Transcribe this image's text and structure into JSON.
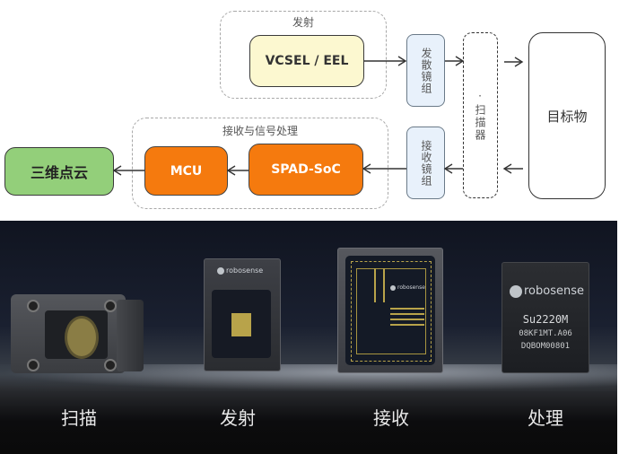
{
  "diagram": {
    "emit_group": {
      "label": "发射"
    },
    "receive_group": {
      "label": "接收与信号处理"
    },
    "nodes": {
      "vcsel": "VCSEL / EEL",
      "emit_lens": "发散镜组",
      "scanner": "·扫描器",
      "target": "目标物",
      "receive_lens": "接收镜组",
      "spad": "SPAD-SoC",
      "mcu": "MCU",
      "pointcloud": "三维点云"
    },
    "colors": {
      "vcsel_fill": "#fcf8d0",
      "processing_fill": "#f57a0e",
      "pointcloud_fill": "#93cf7a",
      "lens_fill": "#e8f1fb"
    }
  },
  "photo": {
    "captions": [
      "扫描",
      "发射",
      "接收",
      "处理"
    ],
    "chips": {
      "emitter_logo": "robosense",
      "receiver_logo": "robosense",
      "processor_logo": "robosense",
      "processor_model": "Su2220M",
      "processor_line2": "08KF1MT.A06",
      "processor_line3": "DQBOM00801"
    }
  }
}
